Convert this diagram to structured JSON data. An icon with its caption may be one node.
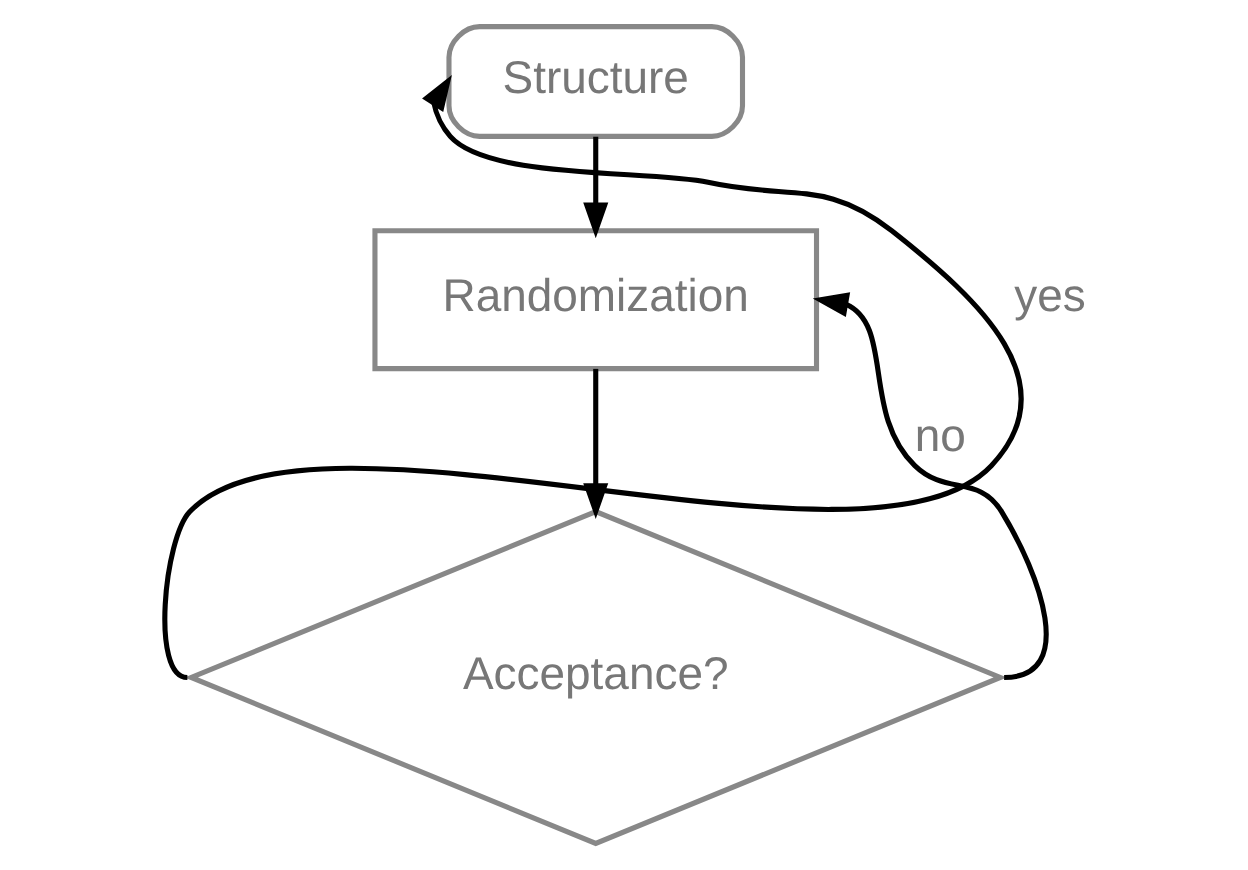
{
  "diagram": {
    "nodes": [
      {
        "text": [
          "Structure"
        ]
      },
      {
        "text": [
          "Randomization"
        ]
      },
      {
        "text": [
          "Acceptance?"
        ]
      }
    ],
    "edges": [
      {
        "from": 0,
        "to": 1,
        "arrow": "to"
      },
      {
        "from": 1,
        "to": 2,
        "arrow": "to"
      },
      {
        "from": 2,
        "to": 0,
        "arrow": "to",
        "label": "yes"
      },
      {
        "from": 2,
        "to": 1,
        "arrow": "to",
        "label": "no"
      }
    ]
  }
}
